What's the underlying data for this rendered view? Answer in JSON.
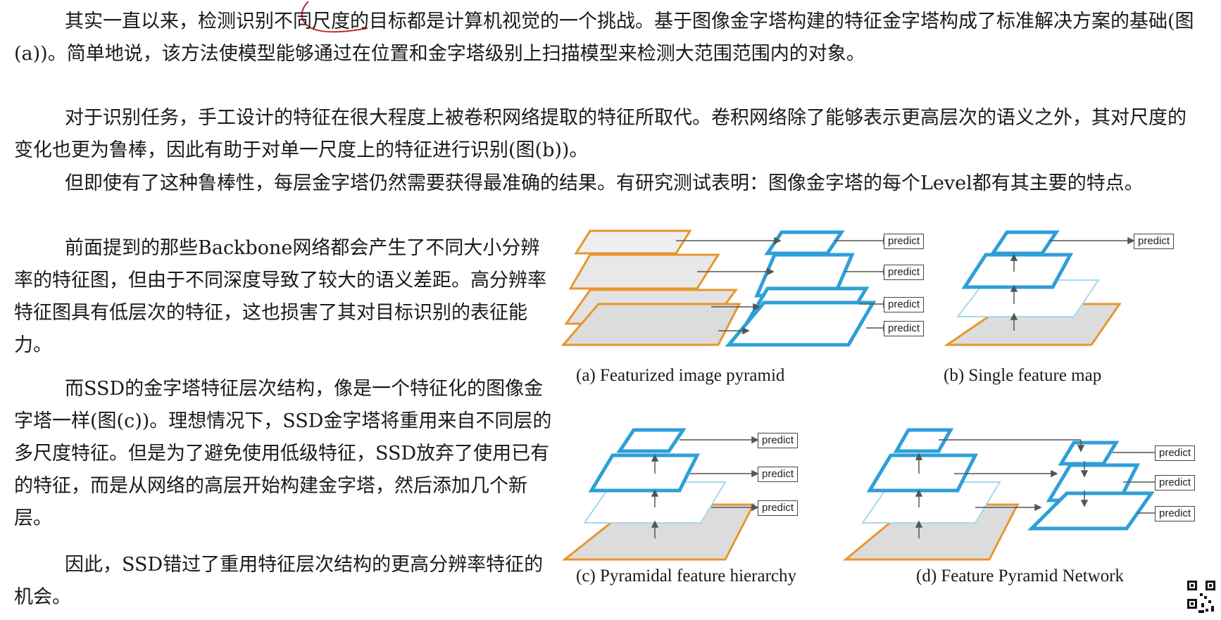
{
  "paragraphs": {
    "p1": "其实一直以来，检测识别不同尺度的目标都是计算机视觉的一个挑战。基于图像金字塔构建的特征金字塔构成了标准解决方案的基础(图(a))。简单地说，该方法使模型能够通过在位置和金字塔级别上扫描模型来检测大范围范围内的对象。",
    "p2": "对于识别任务，手工设计的特征在很大程度上被卷积网络提取的特征所取代。卷积网络除了能够表示更高层次的语义之外，其对尺度的变化也更为鲁棒，因此有助于对单一尺度上的特征进行识别(图(b))。",
    "p3": "但即使有了这种鲁棒性，每层金字塔仍然需要获得最准确的结果。有研究测试表明：图像金字塔的每个Level都有其主要的特点。",
    "p4": "前面提到的那些Backbone网络都会产生了不同大小分辨率的特征图，但由于不同深度导致了较大的语义差距。高分辨率特征图具有低层次的特征，这也损害了其对目标识别的表征能力。",
    "p5": "而SSD的金字塔特征层次结构，像是一个特征化的图像金字塔一样(图(c))。理想情况下，SSD金字塔将重用来自不同层的多尺度特征。但是为了避免使用低级特征，SSD放弃了使用已有的特征，而是从网络的高层开始构建金字塔，然后添加几个新层。",
    "p6": "因此，SSD错过了重用特征层次结构的更高分辨率特征的机会。"
  },
  "figures": {
    "a": {
      "caption": "(a) Featurized image pyramid",
      "predict": [
        "predict",
        "predict",
        "predict",
        "predict"
      ]
    },
    "b": {
      "caption": "(b) Single feature map",
      "predict": [
        "predict"
      ]
    },
    "c": {
      "caption": "(c) Pyramidal feature hierarchy",
      "predict": [
        "predict",
        "predict",
        "predict"
      ]
    },
    "d": {
      "caption": "(d) Feature Pyramid Network",
      "predict": [
        "predict",
        "predict",
        "predict"
      ]
    }
  },
  "colors": {
    "image_layer": "#e8952e",
    "feature_layer": "#2d9fd8",
    "feature_layer_faint": "#a8d8ec",
    "arrow": "#555555",
    "annotation": "#c0282d"
  }
}
